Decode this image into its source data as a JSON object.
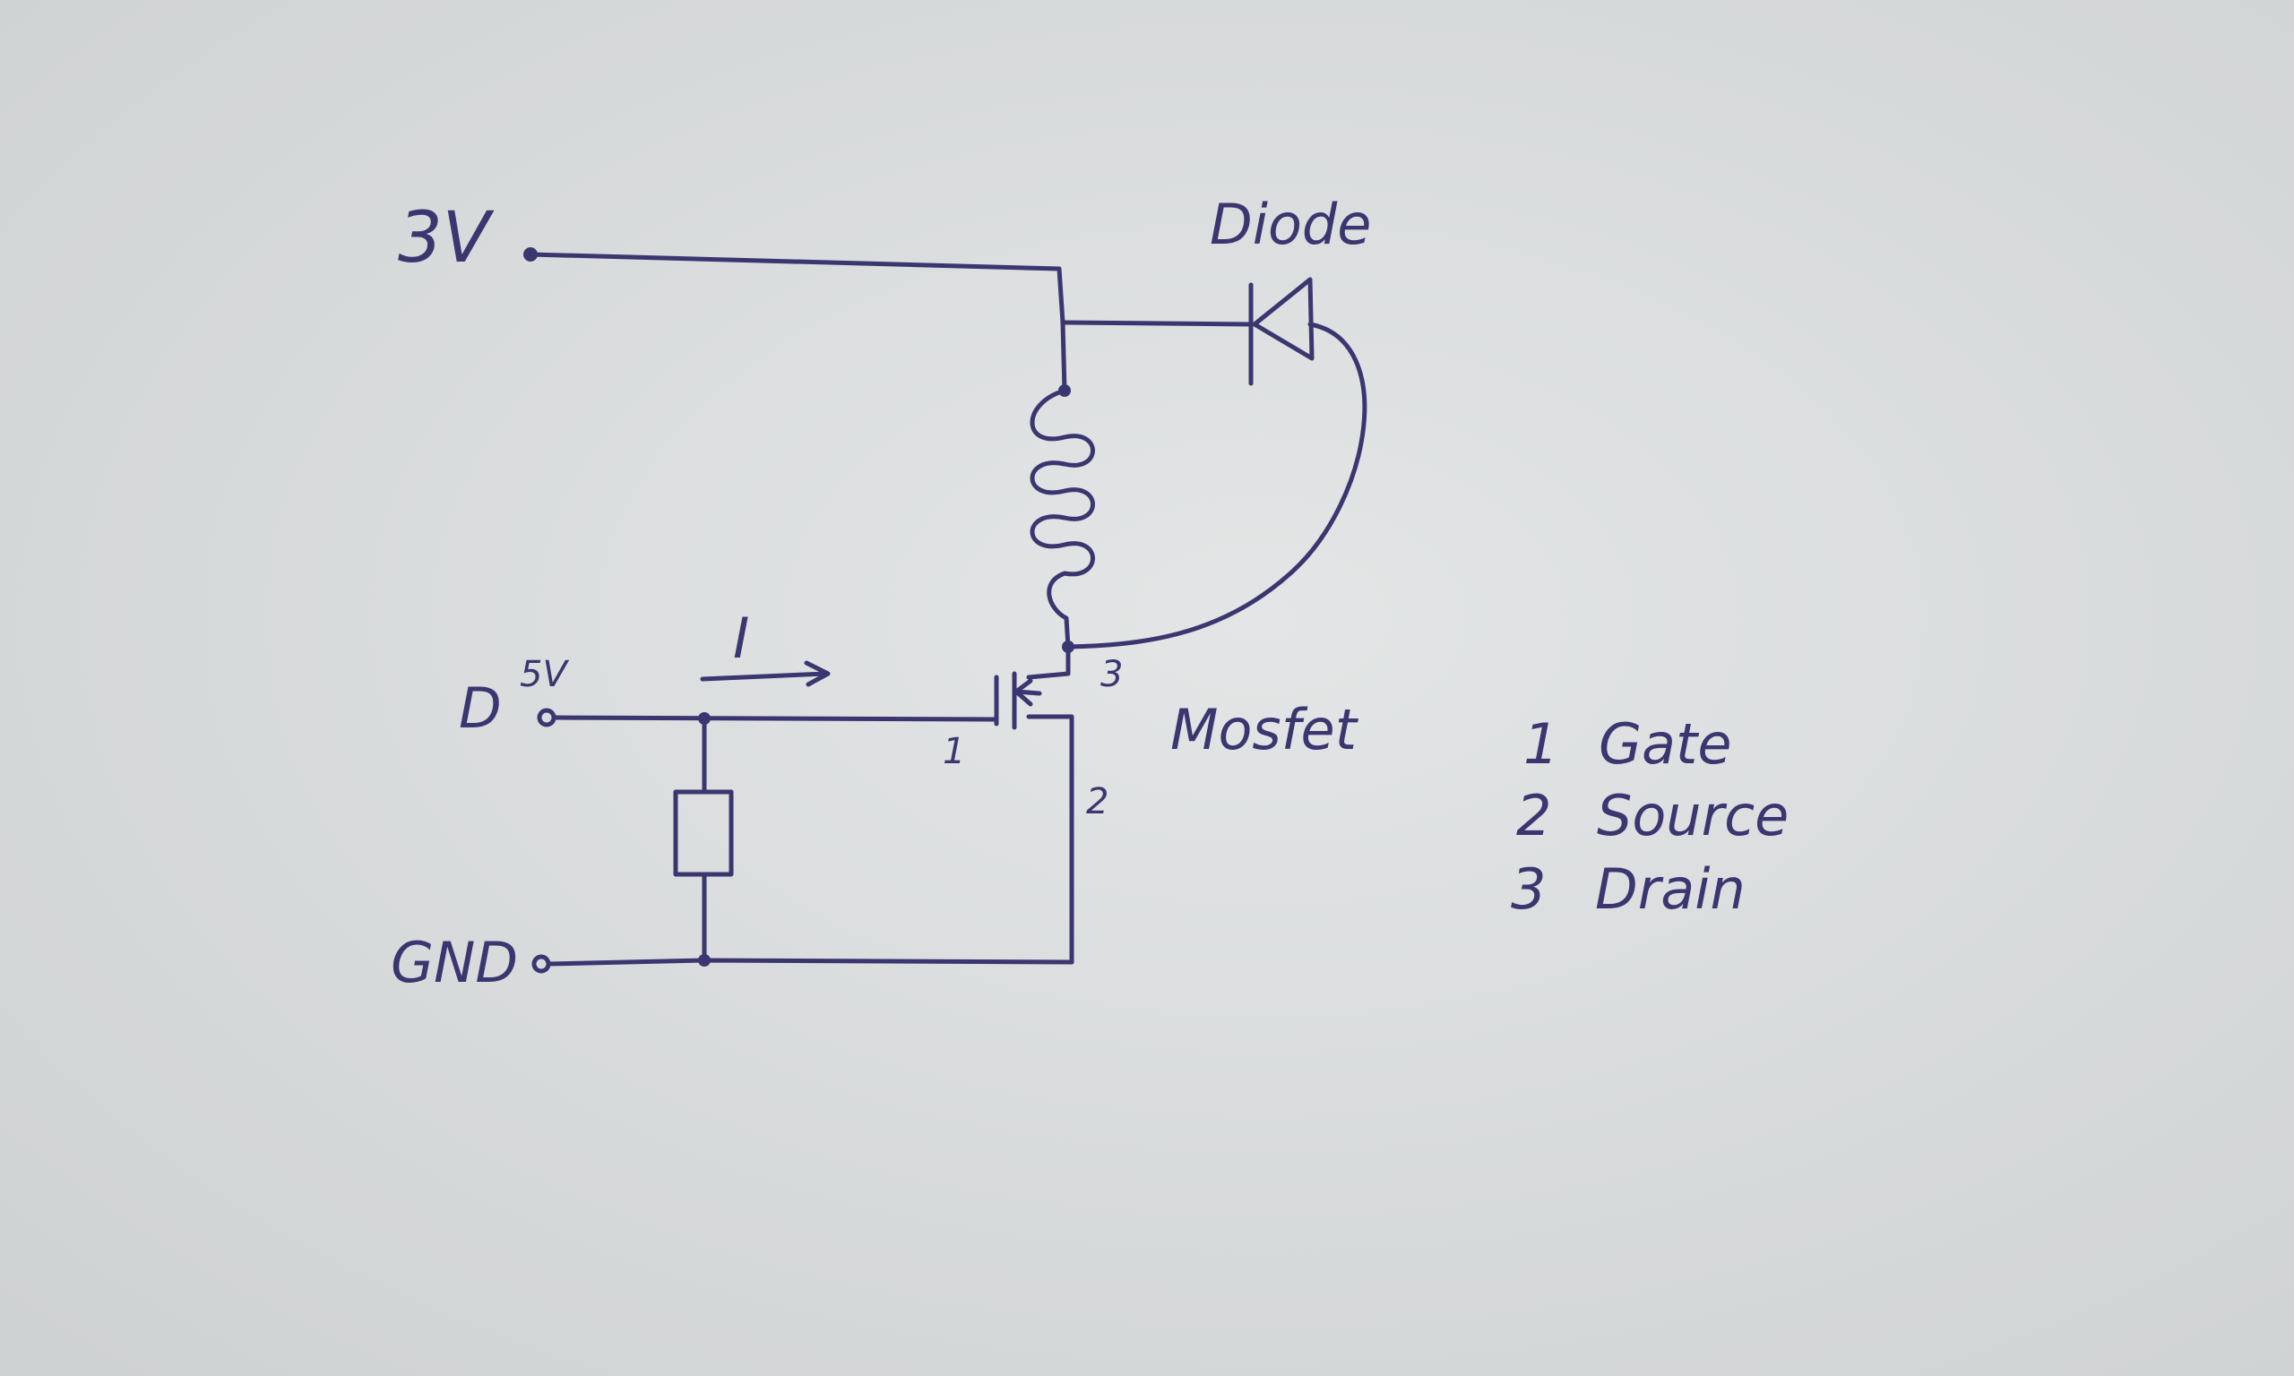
{
  "paper": {
    "background": "#d9dcdd",
    "ink_color": "#3a3770"
  },
  "labels": {
    "supply": "3V",
    "diode": "Diode",
    "input_terminal": "D",
    "input_voltage": "5V",
    "current": "I",
    "ground": "GND",
    "mosfet": "Mosfet",
    "pin_1": "1",
    "pin_2": "2",
    "pin_3": "3"
  },
  "legend": [
    {
      "number": "1",
      "name": "Gate"
    },
    {
      "number": "2",
      "name": "Source"
    },
    {
      "number": "3",
      "name": "Drain"
    }
  ]
}
